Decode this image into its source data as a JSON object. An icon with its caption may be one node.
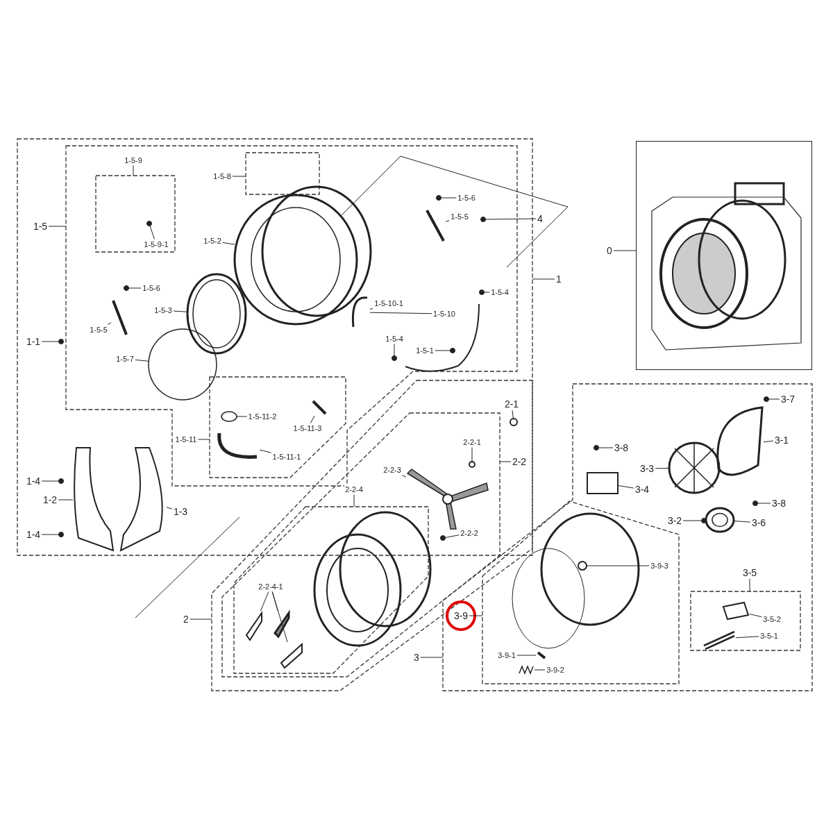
{
  "diagram": {
    "nodes": [
      {
        "text": [],
        "shape": "box"
      },
      {
        "text": [
          "1"
        ]
      },
      {
        "text": [],
        "shape": "box",
        "in": 0
      },
      {
        "text": [
          "1-5"
        ],
        "in": 0
      },
      {
        "text": [],
        "shape": "box",
        "in": 2
      },
      {
        "text": [
          "1-5-9"
        ],
        "in": 2
      },
      {
        "text": [
          "1-5-9-1"
        ],
        "in": 4
      },
      {
        "text": [],
        "shape": "box",
        "in": 2
      },
      {
        "text": [
          "1-5-8"
        ],
        "in": 2
      },
      {
        "text": [
          "1-5-2"
        ],
        "in": 2
      },
      {
        "text": [
          "1-5-6"
        ],
        "in": 2
      },
      {
        "text": [
          "1-5-5"
        ],
        "in": 2
      },
      {
        "text": [
          "4"
        ]
      },
      {
        "text": [
          "1-5-6"
        ],
        "in": 2
      },
      {
        "text": [
          "1-5-3"
        ],
        "in": 2
      },
      {
        "text": [
          "1-5-4"
        ],
        "in": 2
      },
      {
        "text": [
          "1-5-10-1"
        ],
        "in": 2
      },
      {
        "text": [
          "1-5-10"
        ],
        "in": 2
      },
      {
        "text": [
          "1-5-5"
        ],
        "in": 2
      },
      {
        "text": [
          "1-1"
        ],
        "in": 0
      },
      {
        "text": [
          "1-5-4"
        ],
        "in": 2
      },
      {
        "text": [
          "1-5-1"
        ],
        "in": 2
      },
      {
        "text": [
          "1-5-7"
        ],
        "in": 2
      },
      {
        "text": [],
        "shape": "box",
        "in": 2
      },
      {
        "text": [
          "1-5-11-2"
        ],
        "in": 23
      },
      {
        "text": [
          "1-5-11-3"
        ],
        "in": 23
      },
      {
        "text": [
          "1-5-11"
        ],
        "in": 2
      },
      {
        "text": [
          "1-5-11-1"
        ],
        "in": 23
      },
      {
        "text": [
          "1-4"
        ],
        "in": 0
      },
      {
        "text": [
          "1-2"
        ],
        "in": 0
      },
      {
        "text": [
          "1-3"
        ],
        "in": 0
      },
      {
        "text": [
          "1-4"
        ],
        "in": 0
      },
      {
        "text": [],
        "shape": "picture"
      },
      {
        "text": [
          "0"
        ]
      },
      {
        "text": [],
        "shape": "box"
      },
      {
        "text": [
          "2-1"
        ]
      },
      {
        "text": [],
        "shape": "box",
        "in": 34
      },
      {
        "text": [
          "2-2"
        ]
      },
      {
        "text": [
          "2-2-1"
        ]
      },
      {
        "text": [
          "2-2-3"
        ]
      },
      {
        "text": [
          "2-2-4"
        ]
      },
      {
        "text": [
          "2-2-2"
        ]
      },
      {
        "text": [],
        "shape": "box",
        "in": 36
      },
      {
        "text": [
          "2-2-4-1"
        ],
        "in": 42
      },
      {
        "text": [
          "2"
        ]
      },
      {
        "text": [],
        "shape": "box"
      },
      {
        "text": [
          "3-7"
        ],
        "in": 45
      },
      {
        "text": [
          "3-1"
        ],
        "in": 45
      },
      {
        "text": [
          "3-8"
        ],
        "in": 45
      },
      {
        "text": [
          "3-3"
        ],
        "in": 45
      },
      {
        "text": [
          "3-4"
        ],
        "in": 45
      },
      {
        "text": [
          "3-2"
        ],
        "in": 45
      },
      {
        "text": [
          "3-8"
        ],
        "in": 45
      },
      {
        "text": [
          "3-6"
        ],
        "in": 45
      },
      {
        "text": [],
        "shape": "box",
        "in": 45
      },
      {
        "text": [
          "3-9-3"
        ],
        "in": 54
      },
      {
        "text": [
          "3-5"
        ],
        "in": 45
      },
      {
        "text": [],
        "shape": "box",
        "in": 45
      },
      {
        "text": [
          "3-9"
        ],
        "in": 45
      },
      {
        "text": [
          "3-5-2"
        ],
        "in": 57
      },
      {
        "text": [
          "3-5-1"
        ],
        "in": 57
      },
      {
        "text": [
          "3-9-1"
        ],
        "in": 54
      },
      {
        "text": [
          "3-9-2"
        ],
        "in": 54
      },
      {
        "text": [
          "3"
        ]
      },
      {
        "text": [],
        "shape": "circle",
        "in": 4
      },
      {
        "text": [],
        "shape": "picture",
        "in": 2
      },
      {
        "text": [],
        "shape": "circle",
        "in": 2
      },
      {
        "text": [],
        "shape": "picture",
        "in": 2
      },
      {
        "text": [],
        "shape": "circle",
        "in": 2
      },
      {
        "text": [],
        "shape": "circle",
        "in": 2
      },
      {
        "text": [],
        "shape": "circle",
        "in": 2
      },
      {
        "text": [],
        "shape": "circle",
        "in": 2
      },
      {
        "text": [],
        "shape": "picture",
        "in": 2
      },
      {
        "text": [],
        "shape": "picture",
        "in": 2
      },
      {
        "text": [],
        "shape": "circle",
        "in": 0
      },
      {
        "text": [],
        "shape": "circle",
        "in": 2
      },
      {
        "text": [],
        "shape": "circle",
        "in": 2
      },
      {
        "text": [],
        "shape": "circle",
        "in": 2
      },
      {
        "text": [],
        "shape": "circle",
        "in": 23
      },
      {
        "text": [],
        "shape": "picture",
        "in": 23
      },
      {
        "text": [],
        "shape": "picture",
        "in": 23
      },
      {
        "text": [],
        "shape": "circle",
        "in": 0
      },
      {
        "text": [],
        "shape": "picture",
        "in": 0
      },
      {
        "text": [],
        "shape": "picture",
        "in": 0
      },
      {
        "text": [],
        "shape": "circle",
        "in": 0
      },
      {
        "text": [],
        "shape": "circle"
      },
      {
        "text": [],
        "shape": "circle"
      },
      {
        "text": [],
        "shape": "picture"
      },
      {
        "text": [],
        "shape": "circle"
      },
      {
        "text": [],
        "shape": "picture",
        "in": 42
      },
      {
        "text": [],
        "shape": "picture",
        "in": 42
      },
      {
        "text": [],
        "shape": "picture",
        "in": 42
      },
      {
        "text": [],
        "shape": "circle",
        "in": 45
      },
      {
        "text": [],
        "shape": "picture",
        "in": 45
      },
      {
        "text": [],
        "shape": "circle",
        "in": 45
      },
      {
        "text": [],
        "shape": "picture",
        "in": 45
      },
      {
        "text": [],
        "shape": "box",
        "in": 45
      },
      {
        "text": [],
        "shape": "circle",
        "in": 45
      },
      {
        "text": [],
        "shape": "circle",
        "in": 45
      },
      {
        "text": [],
        "shape": "circle",
        "in": 45
      },
      {
        "text": [],
        "shape": "circle",
        "in": 54
      },
      {
        "text": [],
        "shape": "picture",
        "in": 57
      },
      {
        "text": [],
        "shape": "picture",
        "in": 57
      },
      {
        "text": [],
        "shape": "picture",
        "in": 54
      },
      {
        "text": [],
        "shape": "picture",
        "in": 54
      }
    ],
    "edges": [
      {
        "from": 1,
        "to": 0,
        "arrow": "none"
      },
      {
        "from": 3,
        "to": 2,
        "arrow": "none"
      },
      {
        "from": 5,
        "to": 4,
        "arrow": "none"
      },
      {
        "from": 6,
        "to": 64,
        "arrow": "none"
      },
      {
        "from": 8,
        "to": 7,
        "arrow": "none"
      },
      {
        "from": 9,
        "to": 65,
        "arrow": "none"
      },
      {
        "from": 10,
        "to": 66,
        "arrow": "none"
      },
      {
        "from": 11,
        "to": 67,
        "arrow": "none"
      },
      {
        "from": 12,
        "to": 68,
        "arrow": "none"
      },
      {
        "from": 13,
        "to": 69,
        "arrow": "none"
      },
      {
        "from": 14,
        "to": 70,
        "arrow": "none"
      },
      {
        "from": 15,
        "to": 71,
        "arrow": "none"
      },
      {
        "from": 16,
        "to": 72,
        "arrow": "none"
      },
      {
        "from": 17,
        "to": 72,
        "arrow": "none"
      },
      {
        "from": 18,
        "to": 73,
        "arrow": "none"
      },
      {
        "from": 19,
        "to": 74,
        "arrow": "none"
      },
      {
        "from": 20,
        "to": 75,
        "arrow": "none"
      },
      {
        "from": 21,
        "to": 76,
        "arrow": "none"
      },
      {
        "from": 22,
        "to": 77,
        "arrow": "none"
      },
      {
        "from": 24,
        "to": 78,
        "arrow": "none"
      },
      {
        "from": 25,
        "to": 79,
        "arrow": "none"
      },
      {
        "from": 26,
        "to": 23,
        "arrow": "none"
      },
      {
        "from": 27,
        "to": 80,
        "arrow": "none"
      },
      {
        "from": 28,
        "to": 81,
        "arrow": "none"
      },
      {
        "from": 29,
        "to": 82,
        "arrow": "none"
      },
      {
        "from": 30,
        "to": 83,
        "arrow": "none"
      },
      {
        "from": 31,
        "to": 84,
        "arrow": "none"
      },
      {
        "from": 33,
        "to": 32,
        "arrow": "none"
      },
      {
        "from": 35,
        "to": 85,
        "arrow": "none"
      },
      {
        "from": 37,
        "to": 36,
        "arrow": "none"
      },
      {
        "from": 38,
        "to": 86,
        "arrow": "none"
      },
      {
        "from": 39,
        "to": 87,
        "arrow": "none"
      },
      {
        "from": 40,
        "to": 42,
        "arrow": "none"
      },
      {
        "from": 41,
        "to": 88,
        "arrow": "none"
      },
      {
        "from": 43,
        "to": 89,
        "arrow": "none"
      },
      {
        "from": 43,
        "to": 90,
        "arrow": "none"
      },
      {
        "from": 43,
        "to": 91,
        "arrow": "none"
      },
      {
        "from": 44,
        "to": 34,
        "arrow": "none"
      },
      {
        "from": 46,
        "to": 92,
        "arrow": "none"
      },
      {
        "from": 47,
        "to": 93,
        "arrow": "none"
      },
      {
        "from": 48,
        "to": 94,
        "arrow": "none"
      },
      {
        "from": 49,
        "to": 95,
        "arrow": "none"
      },
      {
        "from": 50,
        "to": 96,
        "arrow": "none"
      },
      {
        "from": 51,
        "to": 97,
        "arrow": "none"
      },
      {
        "from": 52,
        "to": 98,
        "arrow": "none"
      },
      {
        "from": 53,
        "to": 99,
        "arrow": "none"
      },
      {
        "from": 55,
        "to": 100,
        "arrow": "none"
      },
      {
        "from": 56,
        "to": 57,
        "arrow": "none"
      },
      {
        "from": 58,
        "to": 54,
        "arrow": "none"
      },
      {
        "from": 59,
        "to": 101,
        "arrow": "none"
      },
      {
        "from": 60,
        "to": 102,
        "arrow": "none"
      },
      {
        "from": 61,
        "to": 103,
        "arrow": "none"
      },
      {
        "from": 62,
        "to": 104,
        "arrow": "none"
      },
      {
        "from": 63,
        "to": 45,
        "arrow": "none"
      }
    ]
  }
}
